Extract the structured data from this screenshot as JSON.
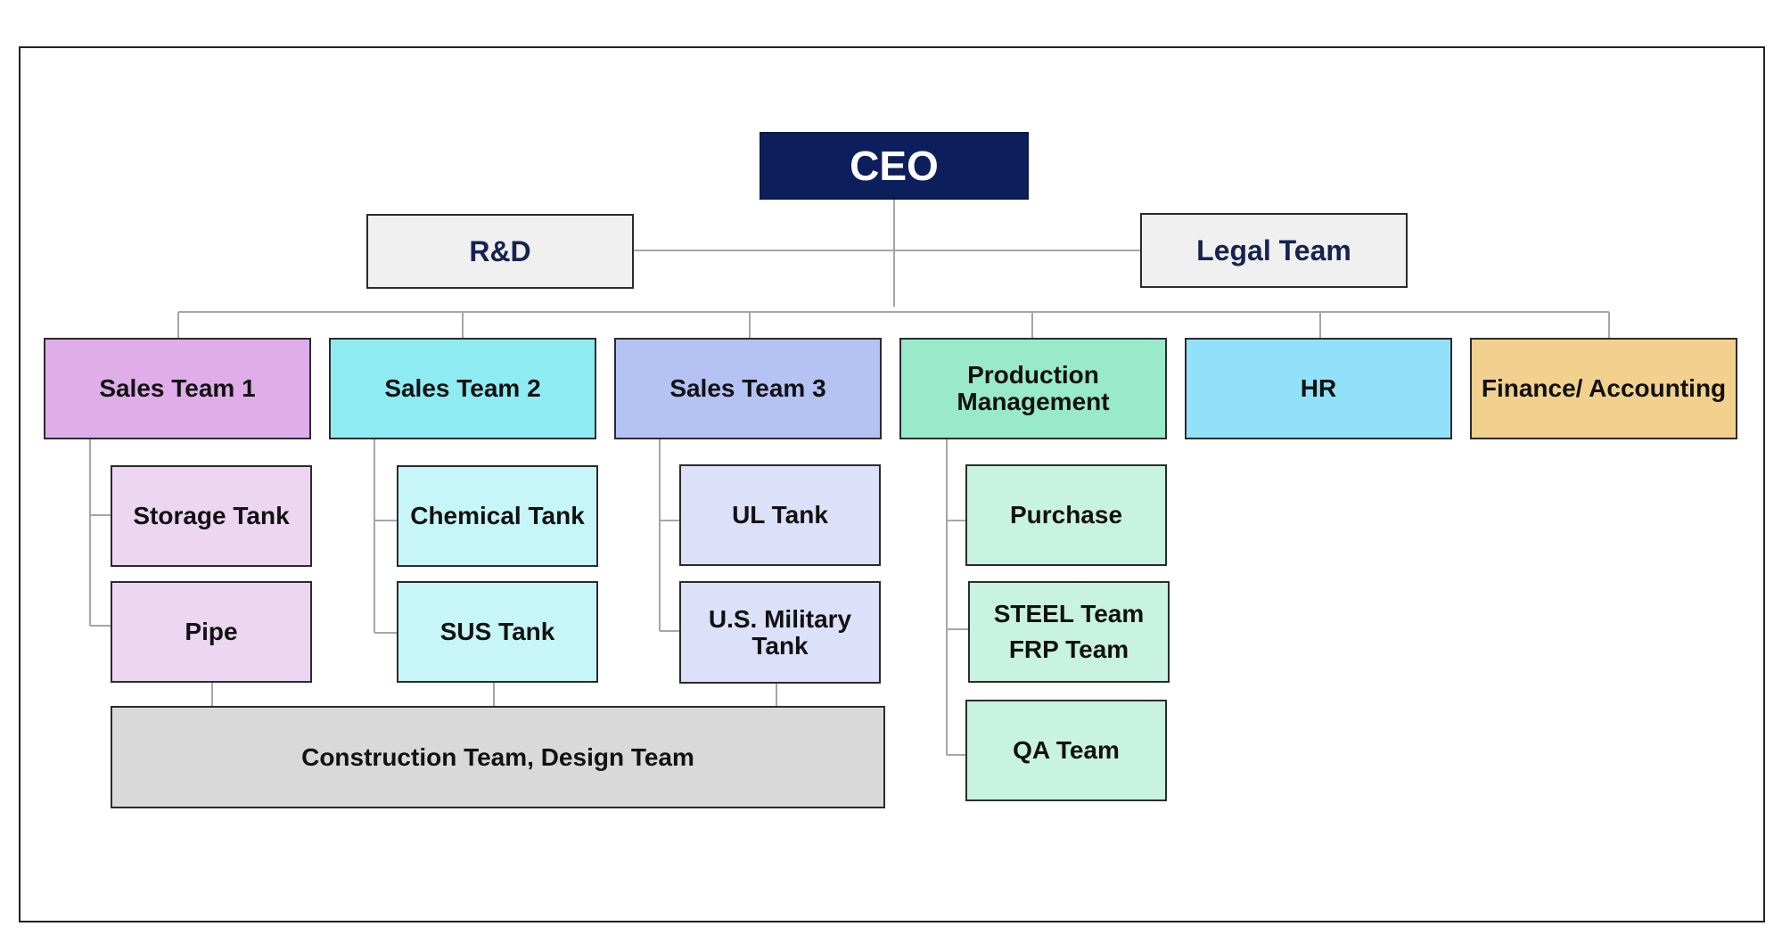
{
  "ceo": "CEO",
  "executive": {
    "rnd": "R&D",
    "legal": "Legal Team"
  },
  "departments": {
    "sales1": "Sales Team 1",
    "sales2": "Sales Team 2",
    "sales3": "Sales Team 3",
    "production_line1": "Production",
    "production_line2": "Management",
    "hr": "HR",
    "finance": "Finance/ Accounting"
  },
  "sales1_units": {
    "storage_tank": "Storage Tank",
    "pipe": "Pipe"
  },
  "sales2_units": {
    "chemical_tank": "Chemical Tank",
    "sus_tank": "SUS Tank"
  },
  "sales3_units": {
    "ul_tank": "UL Tank",
    "military_line1": "U.S. Military",
    "military_line2": "Tank"
  },
  "production_units": {
    "purchase": "Purchase",
    "steel": "STEEL Team",
    "frp": "FRP Team",
    "qa": "QA Team"
  },
  "shared_unit": "Construction Team, Design Team",
  "colors": {
    "ceo": "#0c1f5c",
    "executive": "#f0f0f0",
    "sales1": "#dfaee9",
    "sales1_units": "#edd6f2",
    "sales2": "#8eebf2",
    "sales2_units": "#c6f6f8",
    "sales3": "#b4c2f4",
    "sales3_units": "#dce0f8",
    "production": "#99e9cb",
    "production_units": "#c8f3e2",
    "hr": "#91e1fb",
    "finance": "#f2d08e",
    "shared_unit": "#d9d9d9",
    "connector": "#a6a6a6"
  }
}
